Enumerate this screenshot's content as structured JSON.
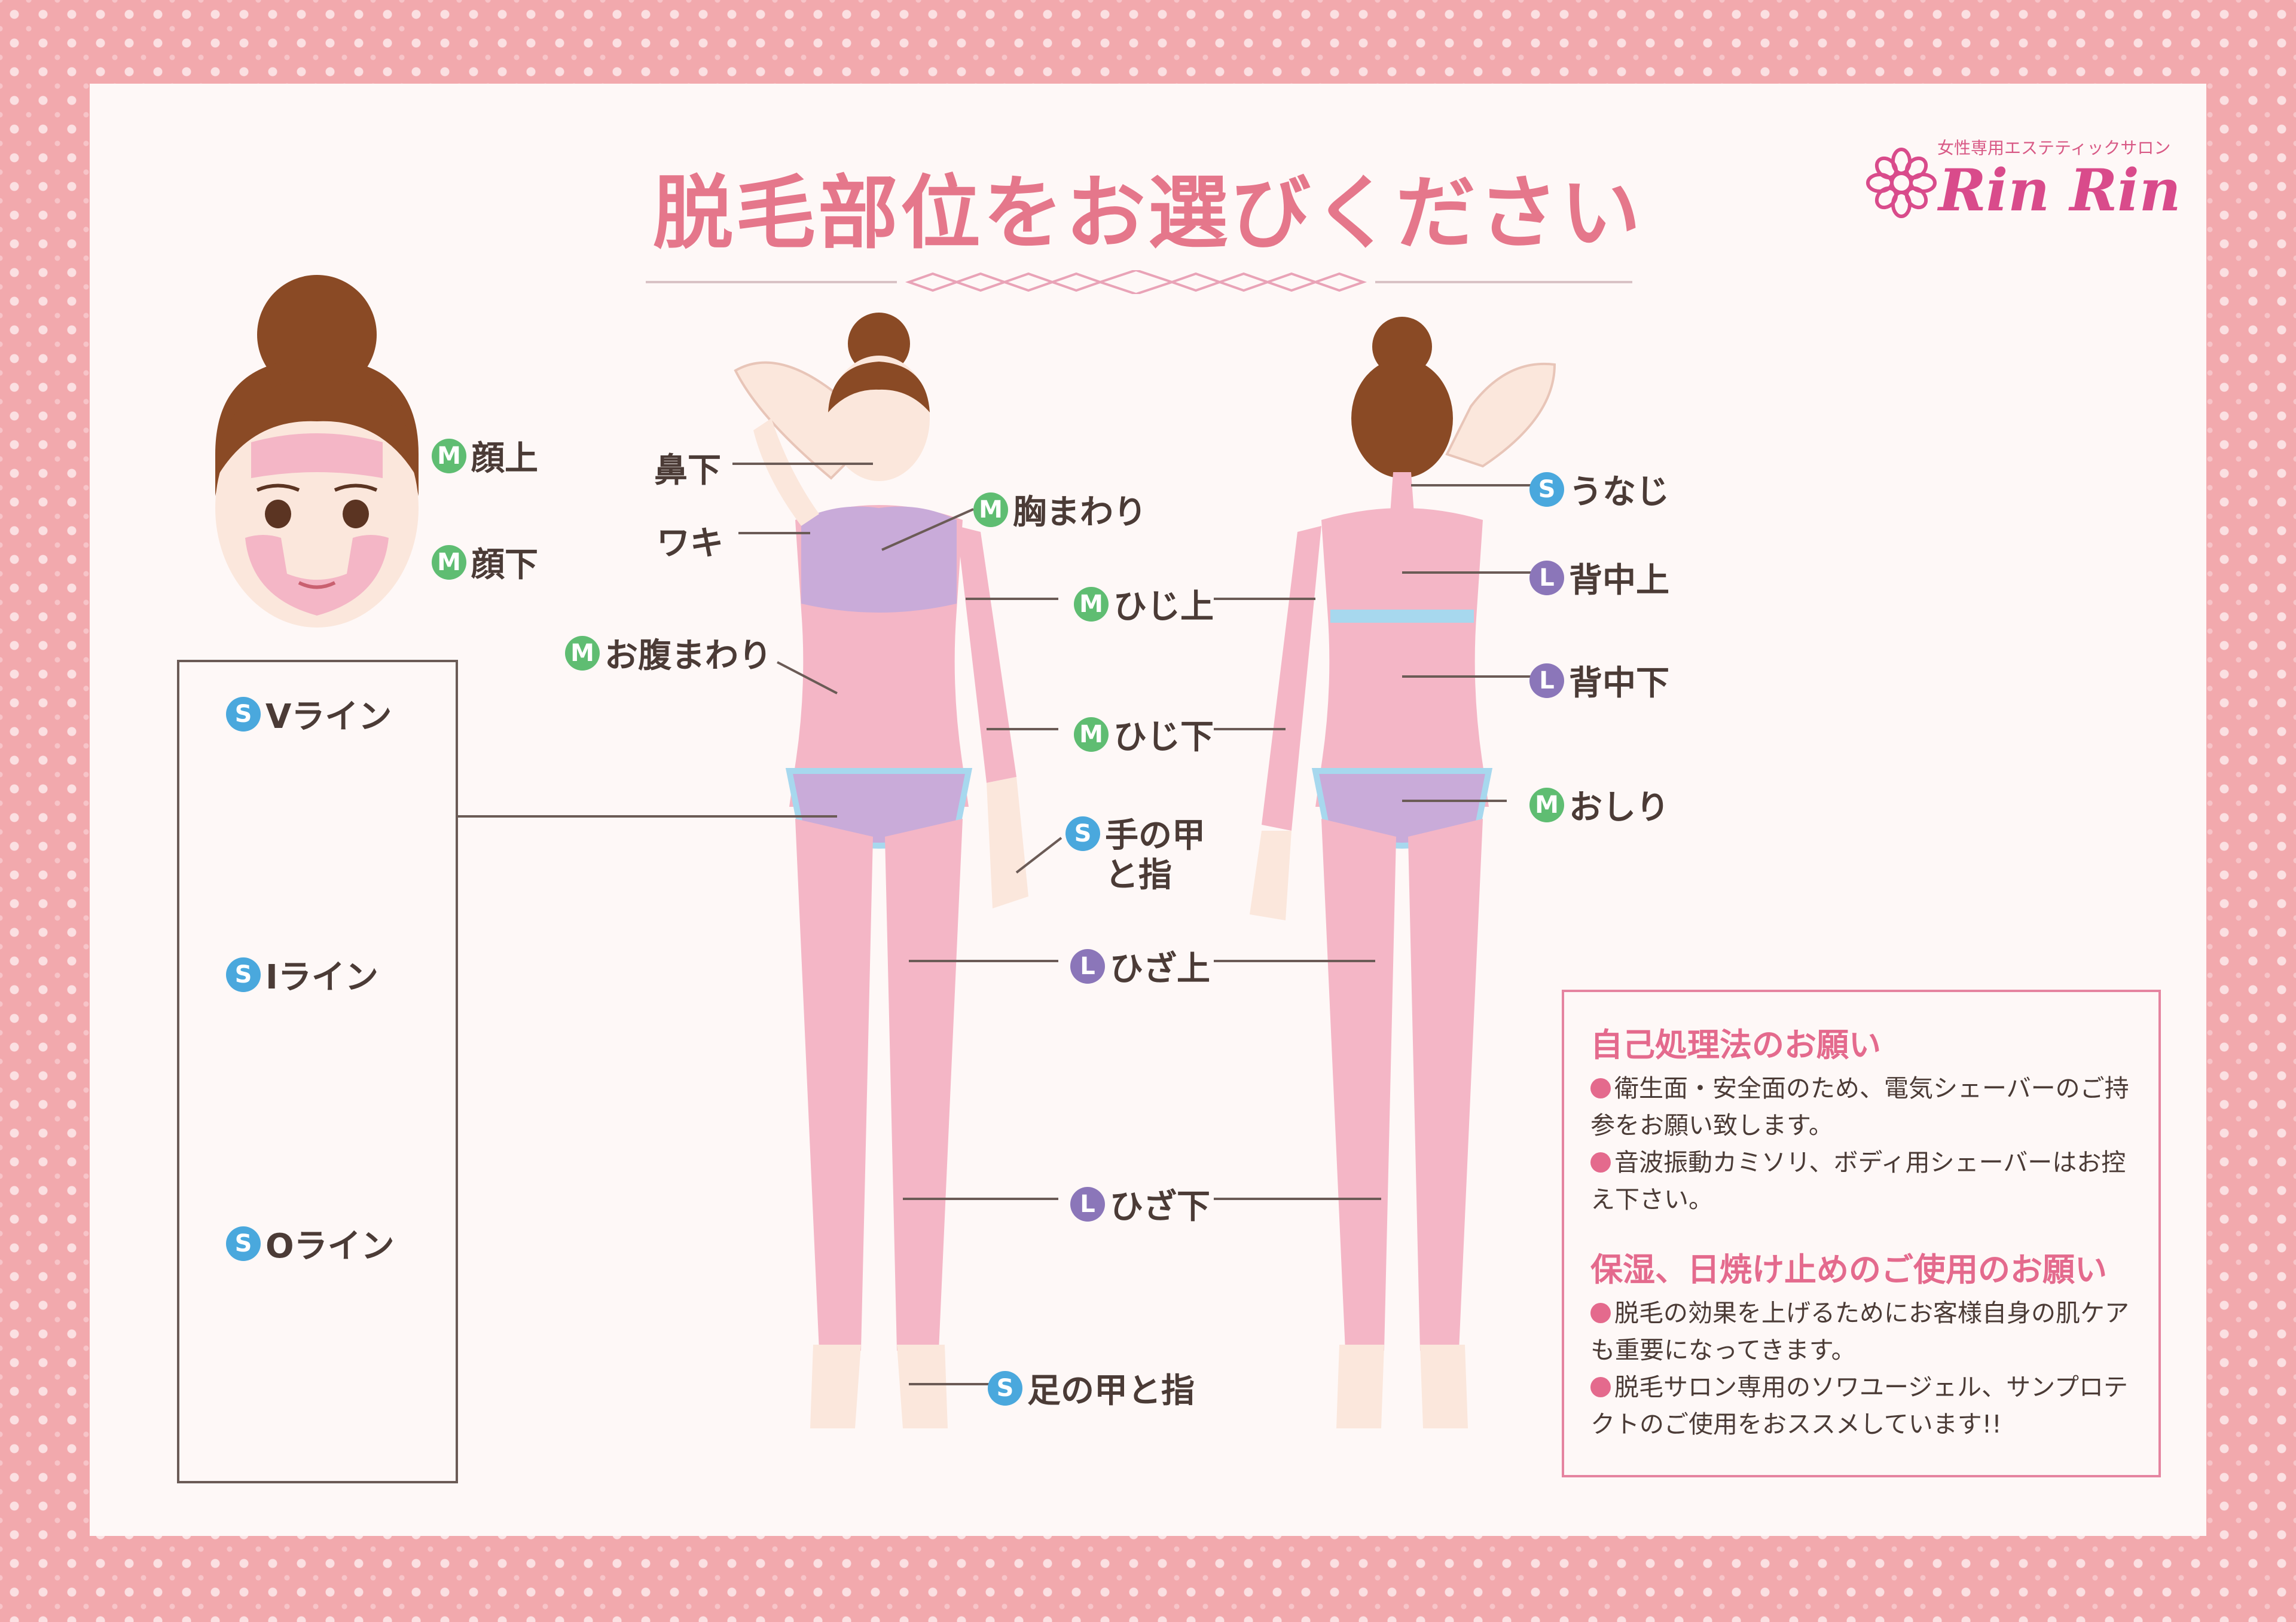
{
  "title": "脱毛部位をお選びください",
  "logo": {
    "tagline": "女性専用エステティックサロン",
    "name": "Rin Rin"
  },
  "labels": {
    "face_upper": {
      "size": "M",
      "text": "顔上"
    },
    "face_lower": {
      "size": "M",
      "text": "顔下"
    },
    "nose_under": {
      "text": "鼻下"
    },
    "armpit": {
      "text": "ワキ"
    },
    "chest": {
      "size": "M",
      "text": "胸まわり"
    },
    "belly": {
      "size": "M",
      "text": "お腹まわり"
    },
    "elbow_upper": {
      "size": "M",
      "text": "ひじ上"
    },
    "elbow_lower": {
      "size": "M",
      "text": "ひじ下"
    },
    "hand": {
      "size": "S",
      "text1": "手の甲",
      "text2": "と指"
    },
    "knee_upper": {
      "size": "L",
      "text": "ひざ上"
    },
    "knee_lower": {
      "size": "L",
      "text": "ひざ下"
    },
    "foot": {
      "size": "S",
      "text": "足の甲と指"
    },
    "nape": {
      "size": "S",
      "text": "うなじ"
    },
    "back_upper": {
      "size": "L",
      "text": "背中上"
    },
    "back_lower": {
      "size": "L",
      "text": "背中下"
    },
    "hip": {
      "size": "M",
      "text": "おしり"
    },
    "v_line": {
      "size": "S",
      "text": "Vライン"
    },
    "i_line": {
      "size": "S",
      "text": "Iライン"
    },
    "o_line": {
      "size": "S",
      "text": "Oライン"
    }
  },
  "notice": {
    "heading1": "自己処理法のお願い",
    "items1": [
      "衛生面・安全面のため、電気シェーバーのご持参をお願い致します。",
      "音波振動カミソリ、ボディ用シェーバーはお控え下さい。"
    ],
    "heading2": "保湿、日焼け止めのご使用のお願い",
    "items2": [
      "脱毛の効果を上げるためにお客様自身の肌ケアも重要になってきます。",
      "脱毛サロン専用のソワユージェル、サンプロテクトのご使用をおススメしています!!"
    ]
  },
  "colors": {
    "title": "#e5778b",
    "accent": "#e46a8d",
    "skin": "#f4b6c6",
    "hair": "#8a4a25",
    "underwear": "#c9abd9",
    "M": "#5fbd72",
    "S": "#4aa8dd",
    "L": "#8b76b9"
  }
}
